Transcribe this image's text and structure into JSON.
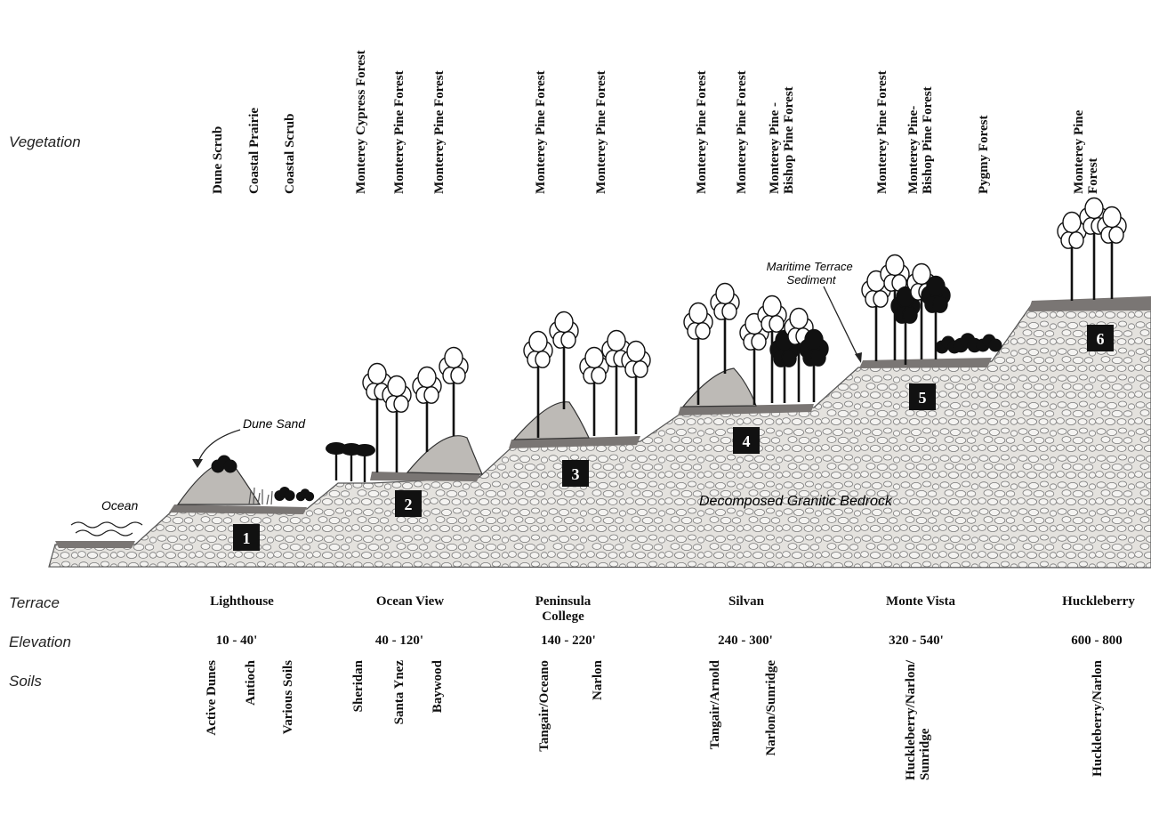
{
  "row_labels": {
    "vegetation": "Vegetation",
    "terrace": "Terrace",
    "elevation": "Elevation",
    "soils": "Soils"
  },
  "vegetation": [
    "Dune Scrub",
    "Coastal Prairie",
    "Coastal Scrub",
    "Monterey Cypress Forest",
    "Monterey Pine Forest",
    "Monterey Pine Forest",
    "Monterey Pine Forest",
    "Monterey Pine Forest",
    "Monterey Pine Forest",
    "Monterey Pine Forest",
    "Monterey Pine -\nBishop Pine Forest",
    "Monterey Pine Forest",
    "Monterey Pine-\nBishop Pine Forest",
    "Pygmy Forest",
    "Monterey Pine\nForest"
  ],
  "terraces": [
    {
      "name": "Lighthouse",
      "elevation": "10 - 40'",
      "number": "1"
    },
    {
      "name": "Ocean View",
      "elevation": "40 - 120'",
      "number": "2"
    },
    {
      "name": "Peninsula\nCollege",
      "elevation": "140 - 220'",
      "number": "3"
    },
    {
      "name": "Silvan",
      "elevation": "240 - 300'",
      "number": "4"
    },
    {
      "name": "Monte Vista",
      "elevation": "320 - 540'",
      "number": "5"
    },
    {
      "name": "Huckleberry",
      "elevation": "600 - 800",
      "number": "6"
    }
  ],
  "soils": [
    "Active Dunes",
    "Antioch",
    "Various Soils",
    "Sheridan",
    "Santa Ynez",
    "Baywood",
    "Tangair/Oceano",
    "Narlon",
    "Tangair/Arnold",
    "Narlon/Sunridge",
    "Huckleberry/Narlon/\nSunridge",
    "Huckleberry/Narlon"
  ],
  "annotations": {
    "ocean": "Ocean",
    "dune_sand": "Dune Sand",
    "maritime": "Maritime Terrace\nSediment",
    "bedrock": "Decomposed Granitic Bedrock"
  },
  "colors": {
    "bedrock_fill": "#e2e0dc",
    "pebble_stroke": "#777777",
    "terrace_band": "#7a7674",
    "dune_fill": "#bdbab6",
    "tree_dark": "#111111",
    "number_box": "#111111"
  }
}
